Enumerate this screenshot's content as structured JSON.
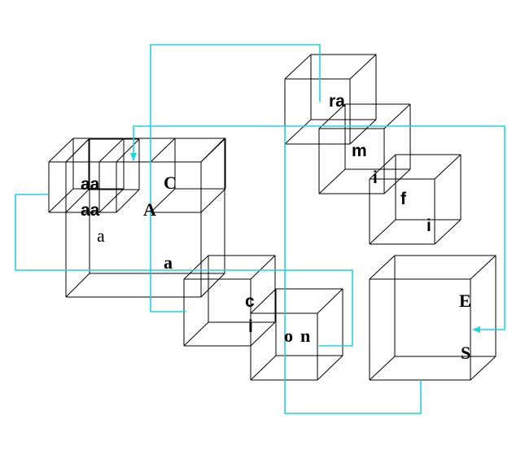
{
  "colors": {
    "connector": "#22d3dd",
    "outline": "#000000",
    "background": "#ffffff"
  },
  "labels": {
    "ra": "ra",
    "m": "m",
    "i_mid": "i",
    "f": "f",
    "i_low": "i",
    "aa_top": "aa",
    "aa_bottom": "aa",
    "a_small": "a",
    "C": "C",
    "A": "A",
    "a_bold": "a",
    "c": "c",
    "i_left": "i",
    "o": "o",
    "n": "n",
    "E": "E",
    "S": "S"
  }
}
